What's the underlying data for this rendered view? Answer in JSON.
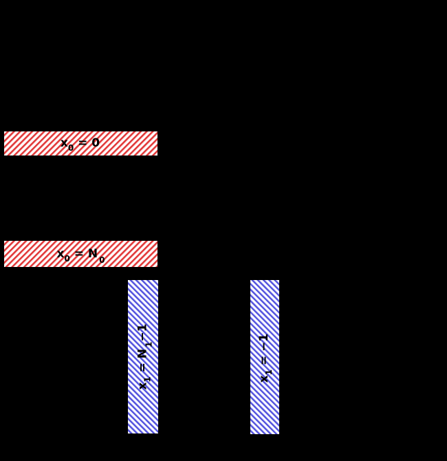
{
  "diagram": {
    "background_color": "#000000",
    "bar_face_color": "#ffffff",
    "red_hatch_color": "#e13232",
    "blue_hatch_color": "#4d4ddd",
    "label_color": "#000000",
    "bars": [
      {
        "id": "boundary-row-x0-equals-0",
        "orientation": "horizontal",
        "hatch": "/",
        "hatch_color": "#e13232",
        "label": {
          "base": "x",
          "sub": "0",
          "mid": " = 0",
          "sub2": "",
          "rest": ""
        },
        "label_text": "x0 = 0"
      },
      {
        "id": "boundary-row-x0-equals-N0",
        "orientation": "horizontal",
        "hatch": "/",
        "hatch_color": "#e13232",
        "label": {
          "base": "x",
          "sub": "0",
          "mid": " = N",
          "sub2": "0",
          "rest": ""
        },
        "label_text": "x0 = N0"
      },
      {
        "id": "boundary-column-x1-equals-N1-minus-1",
        "orientation": "vertical",
        "hatch": "\\",
        "hatch_color": "#4d4ddd",
        "label": {
          "base": "x",
          "sub": "1",
          "mid": " = N",
          "sub2": "1",
          "rest": "−1"
        },
        "label_text": "x1 = N1-1"
      },
      {
        "id": "boundary-column-x1-equals-minus-1",
        "orientation": "vertical",
        "hatch": "\\",
        "hatch_color": "#4d4ddd",
        "label": {
          "base": "x",
          "sub": "1",
          "mid": " = −1",
          "sub2": "",
          "rest": ""
        },
        "label_text": "x1 = -1"
      }
    ]
  }
}
